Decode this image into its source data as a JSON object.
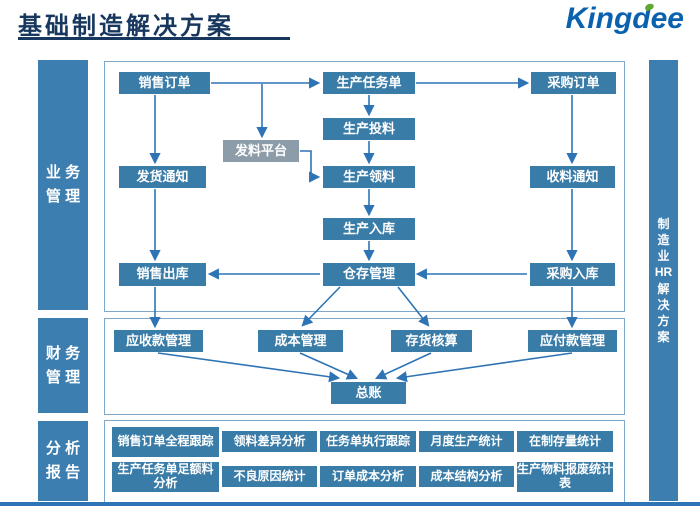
{
  "header": {
    "title": "基础制造解决方案",
    "logo": "Kingdee"
  },
  "sidebar": {
    "business": "业 务\n管 理",
    "finance": "财 务\n管 理",
    "analysis": "分 析\n报 告"
  },
  "right_bar": "制造业HR解决方案",
  "business": {
    "sales_order": "销售订单",
    "production_task": "生产任务单",
    "purchase_order": "采购订单",
    "production_feeding": "生产投料",
    "issue_platform": "发料平台",
    "production_picking": "生产领料",
    "delivery_notice": "发货通知",
    "receipt_notice": "收料通知",
    "production_inbound": "生产入库",
    "sales_outbound": "销售出库",
    "warehouse": "仓存管理",
    "purchase_inbound": "采购入库"
  },
  "finance": {
    "receivables": "应收款管理",
    "cost": "成本管理",
    "inventory": "存货核算",
    "payables": "应付款管理",
    "ledger": "总账"
  },
  "analysis": {
    "row1": [
      "销售订单全程跟踪",
      "领料差异分析",
      "任务单执行跟踪",
      "月度生产统计",
      "在制存量统计"
    ],
    "row2": [
      "生产任务单足额料分析",
      "不良原因统计",
      "订单成本分析",
      "成本结构分析",
      "生产物料报废统计表"
    ]
  },
  "colors": {
    "accent": "#2E74B5",
    "node": "#3A7CA8",
    "gray_node": "#8C9DA9",
    "title": "#17375E",
    "logo_blue": "#0A62AE"
  }
}
